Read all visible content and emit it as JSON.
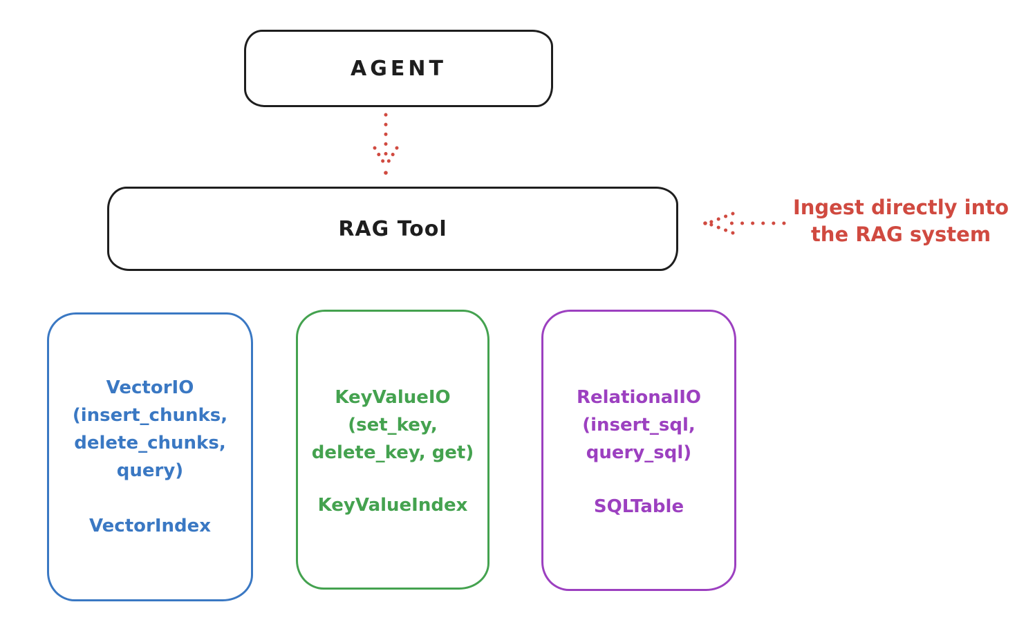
{
  "diagram": {
    "background_color": "#ffffff",
    "stroke_color": "#1e1e1e",
    "agent": {
      "label": "AGENT"
    },
    "rag_tool": {
      "label": "RAG Tool"
    },
    "annotation": {
      "line1": "Ingest directly into",
      "line2": "the RAG system",
      "color": "#d04a40"
    },
    "connectors": [
      {
        "name": "agent-to-ragtool",
        "style": "dotted",
        "direction": "down",
        "color": "#d04a40"
      },
      {
        "name": "annotation-to-ragtool",
        "style": "dotted",
        "direction": "left",
        "color": "#d04a40"
      }
    ],
    "io_boxes": [
      {
        "name": "vector-io",
        "color": "#3a78c3",
        "lines": [
          "VectorIO",
          "(insert_chunks,",
          "delete_chunks,",
          "query)"
        ],
        "index_label": "VectorIndex"
      },
      {
        "name": "keyvalue-io",
        "color": "#44a24f",
        "lines": [
          "KeyValueIO",
          "(set_key,",
          "delete_key, get)"
        ],
        "index_label": "KeyValueIndex"
      },
      {
        "name": "relational-io",
        "color": "#9c40c0",
        "lines": [
          "RelationalIO",
          "(insert_sql,",
          "query_sql)"
        ],
        "index_label": "SQLTable"
      }
    ]
  }
}
